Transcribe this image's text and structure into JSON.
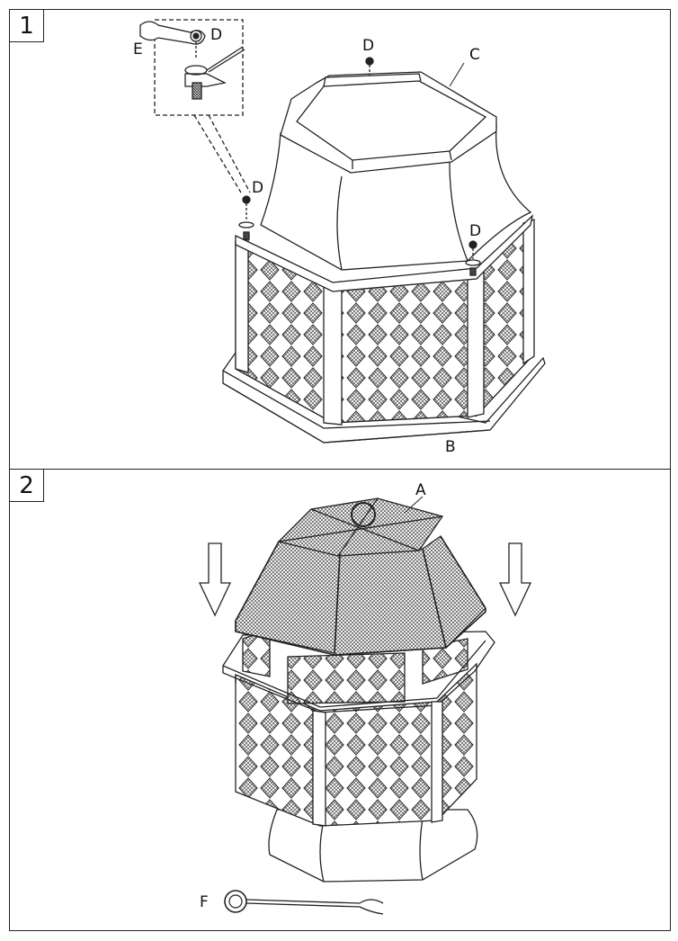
{
  "steps": [
    {
      "number": "1"
    },
    {
      "number": "2"
    }
  ],
  "labels": {
    "a": "A",
    "b": "B",
    "c": "C",
    "d": "D",
    "e": "E",
    "f": "F"
  }
}
